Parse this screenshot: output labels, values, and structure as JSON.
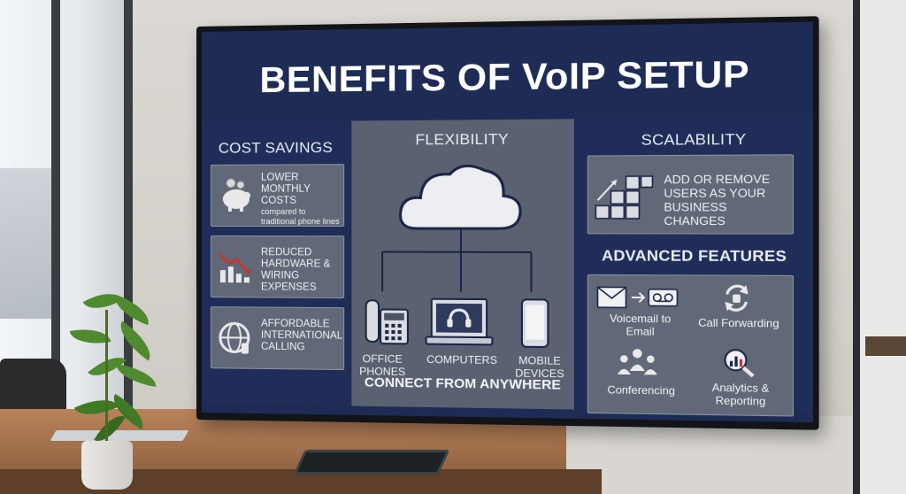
{
  "slide": {
    "title": "BENEFITS OF VoIP SETUP",
    "cost_savings": {
      "heading": "COST SAVINGS",
      "items": [
        {
          "icon": "piggy-bank-icon",
          "line": "LOWER MONTHLY COSTS",
          "sub": "compared to traditional phone lines"
        },
        {
          "icon": "declining-chart-icon",
          "line": "REDUCED HARDWARE & WIRING EXPENSES",
          "sub": ""
        },
        {
          "icon": "globe-icon",
          "line": "AFFORDABLE INTERNATIONAL CALLING",
          "sub": ""
        }
      ]
    },
    "flexibility": {
      "heading": "FLEXIBILITY",
      "devices": [
        {
          "icon": "desk-phone-icon",
          "label": "OFFICE PHONES"
        },
        {
          "icon": "laptop-headset-icon",
          "label": "COMPUTERS"
        },
        {
          "icon": "mobile-phone-icon",
          "label": "MOBILE DEVICES"
        }
      ],
      "footer": "CONNECT FROM ANYWHERE"
    },
    "scalability": {
      "heading": "SCALABILITY",
      "text": "ADD OR REMOVE USERS AS YOUR BUSINESS CHANGES"
    },
    "advanced": {
      "heading": "ADVANCED FEATURES",
      "features": [
        {
          "icon": "voicemail-icon",
          "label": "Voicemail to Email"
        },
        {
          "icon": "call-forwarding-icon",
          "label": "Call Forwarding"
        },
        {
          "icon": "conferencing-icon",
          "label": "Conferencing"
        },
        {
          "icon": "analytics-icon",
          "label": "Analytics & Reporting"
        }
      ]
    }
  },
  "colors": {
    "screen_bg": "#1d2b55",
    "panel_gray": "#5a6170",
    "card_gray": "#616877"
  }
}
